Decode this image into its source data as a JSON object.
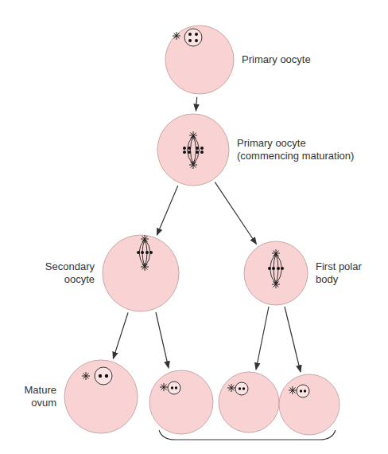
{
  "diagram": {
    "nodes": [
      {
        "text": [
          "Primary oocyte"
        ]
      },
      {
        "text": [
          "Primary oocyte (commencing maturation)"
        ]
      },
      {
        "text": [
          "Secondary oocyte"
        ]
      },
      {
        "text": [
          "First polar body"
        ]
      },
      {
        "text": [
          "Mature ovum"
        ]
      }
    ],
    "edges": [
      {
        "from": 0,
        "to": 1,
        "arrow": "to"
      },
      {
        "from": 1,
        "to": 2,
        "arrow": "to"
      },
      {
        "from": 1,
        "to": 3,
        "arrow": "to"
      },
      {
        "from": 2,
        "to": 4,
        "arrow": "to"
      }
    ]
  }
}
